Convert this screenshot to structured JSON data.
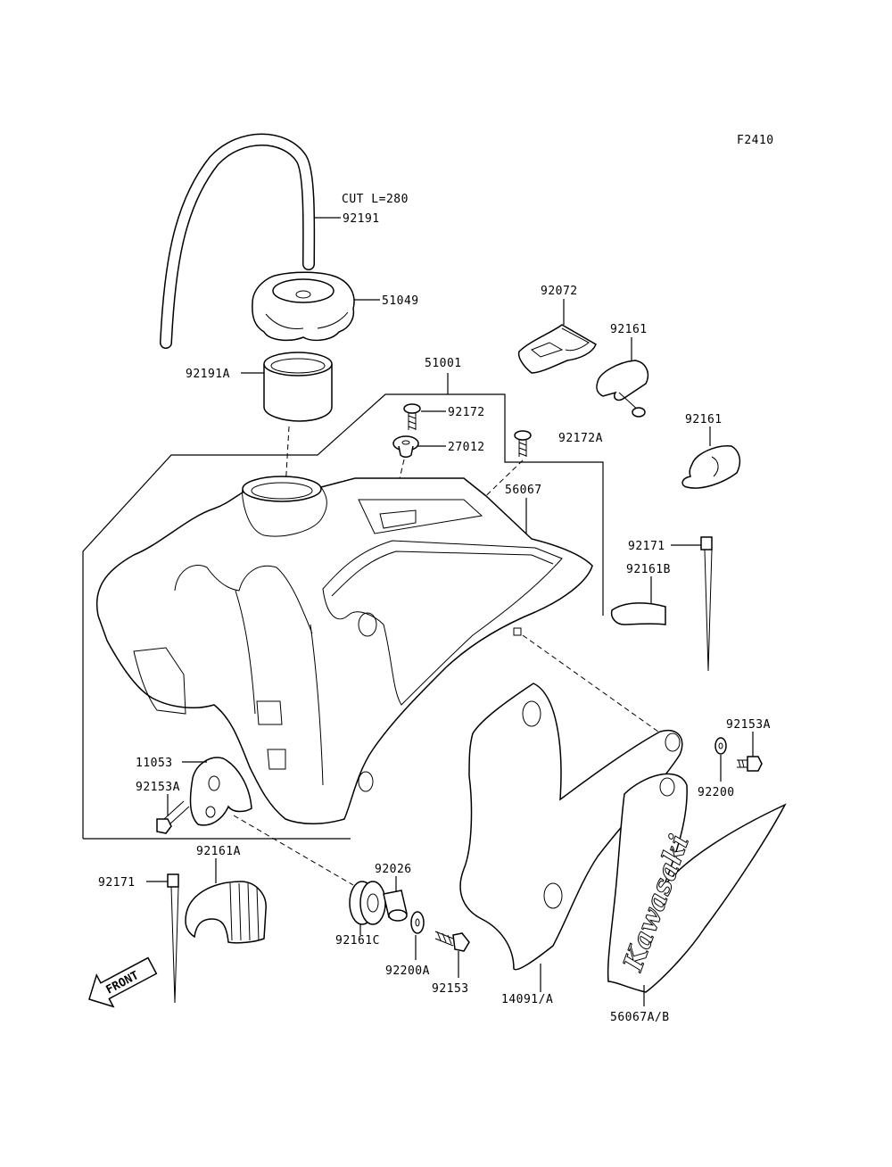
{
  "figure_code": "F2410",
  "labels": {
    "cut_length": "CUT L=280",
    "p92191": "92191",
    "p51049": "51049",
    "p92191a": "92191A",
    "p51001": "51001",
    "p92172": "92172",
    "p27012": "27012",
    "p92172a": "92172A",
    "p56067": "56067",
    "p92072": "92072",
    "p92161_top": "92161",
    "p92161_mid": "92161",
    "p92171_right": "92171",
    "p92161b": "92161B",
    "p92153a_right": "92153A",
    "p92200": "92200",
    "p11053": "11053",
    "p92153a_left": "92153A",
    "p92161a": "92161A",
    "p92171_left": "92171",
    "p92026": "92026",
    "p92161c": "92161C",
    "p92200a": "92200A",
    "p92153": "92153",
    "p14091": "14091/A",
    "p56067ab": "56067A/B"
  },
  "front_arrow_text": "FRONT",
  "brand_decal_text": "Kawasaki"
}
